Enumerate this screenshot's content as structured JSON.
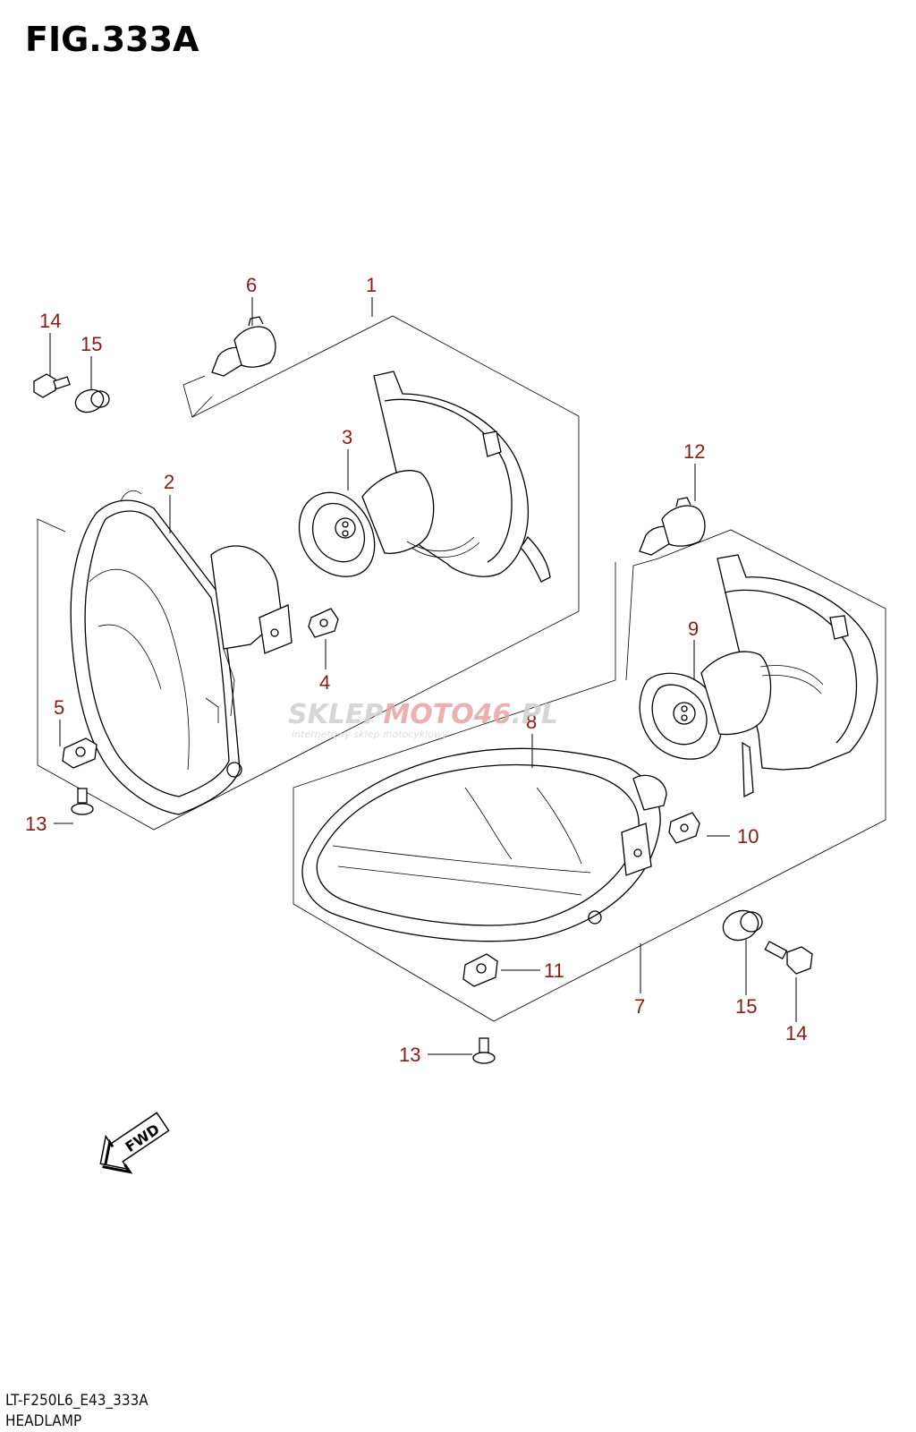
{
  "figure": {
    "title": "FIG.333A",
    "model_code": "LT-F250L6_E43_333A",
    "section_name": "HEADLAMP"
  },
  "callouts": [
    "1",
    "2",
    "3",
    "4",
    "5",
    "6",
    "7",
    "8",
    "9",
    "10",
    "11",
    "12",
    "13",
    "13",
    "14",
    "14",
    "15",
    "15"
  ],
  "watermark": {
    "brand_part1": "SKLEP",
    "brand_part2": "MOTO",
    "brand_part3": "46",
    "brand_part4": ".PL",
    "tagline": "internetowy sklep motocyklowy",
    "color_grey": "#cfcfcf",
    "color_red": "#e8a3a3"
  },
  "fwd_label": "FWD",
  "colors": {
    "callout": "#8b1a12",
    "line": "#000000"
  }
}
